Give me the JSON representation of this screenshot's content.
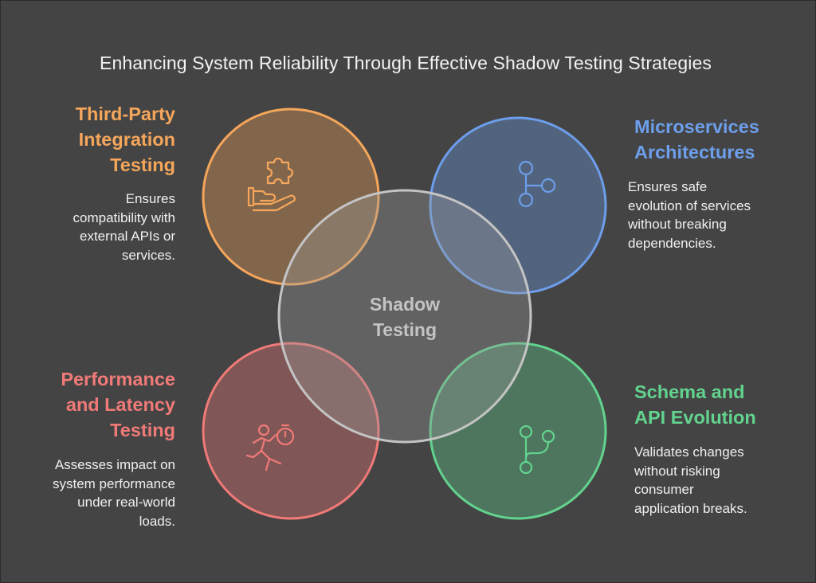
{
  "title": "Enhancing System Reliability Through Effective Shadow Testing Strategies",
  "center": {
    "label": "Shadow\nTesting"
  },
  "quadrants": {
    "top_left": {
      "heading": "Third-Party\nIntegration\nTesting",
      "description": "Ensures\ncompatibility with\nexternal APIs or\nservices.",
      "color": "#f5a65b",
      "icon": "puzzle-hand-icon"
    },
    "top_right": {
      "heading": "Microservices\nArchitectures",
      "description": "Ensures safe\nevolution of services\nwithout breaking\ndependencies.",
      "color": "#6d9eeb",
      "icon": "branch-icon"
    },
    "bottom_left": {
      "heading": "Performance\nand Latency\nTesting",
      "description": "Assesses impact on\nsystem performance\nunder real-world\nloads.",
      "color": "#f07a78",
      "icon": "runner-stopwatch-icon"
    },
    "bottom_right": {
      "heading": "Schema and\nAPI Evolution",
      "description": "Validates changes\nwithout risking\nconsumer\napplication breaks.",
      "color": "#62d38e",
      "icon": "merge-icon"
    }
  }
}
